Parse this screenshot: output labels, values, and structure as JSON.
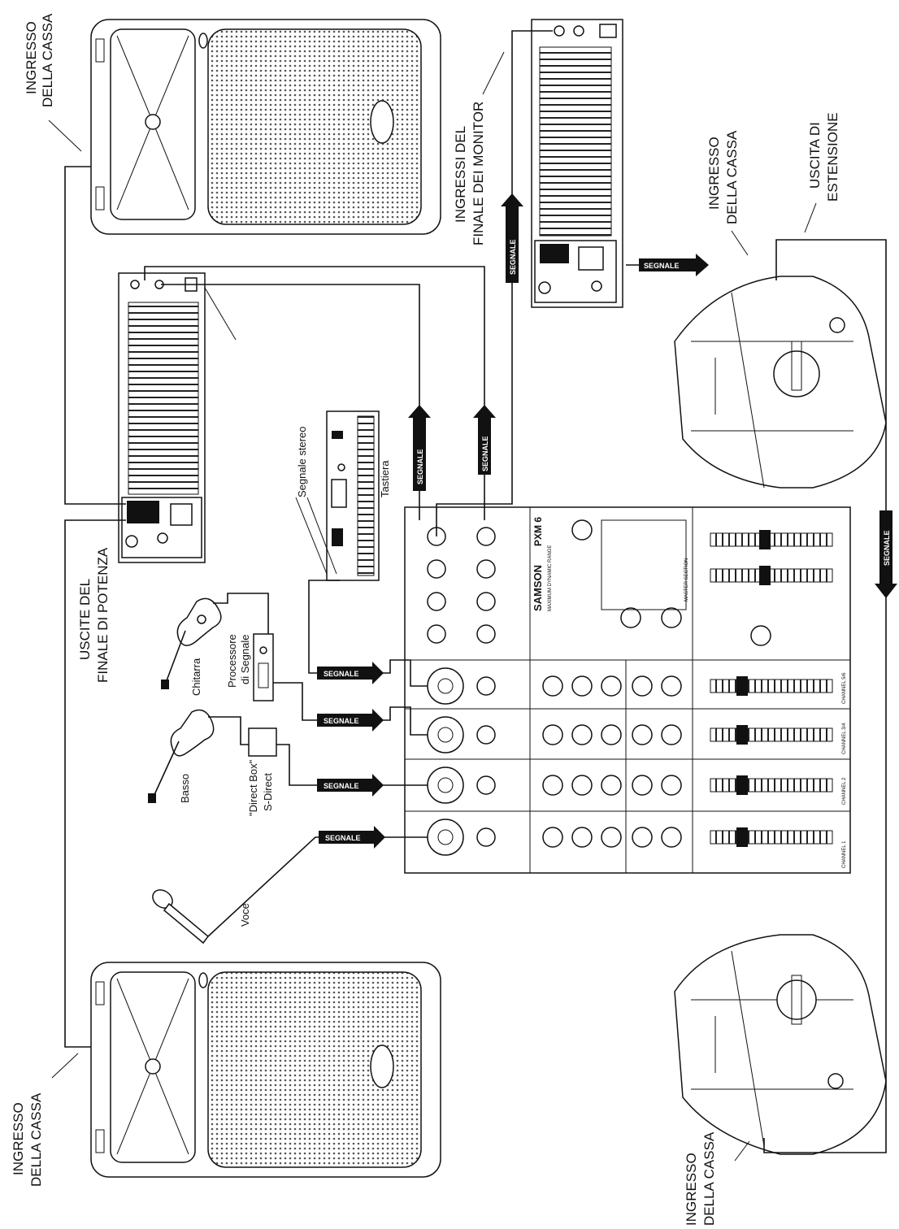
{
  "speakers": {
    "top_main_input": [
      "INGRESSO",
      "DELLA CASSA"
    ],
    "bottom_main_input": [
      "INGRESSO",
      "DELLA CASSA"
    ],
    "monitor_right_input": [
      "INGRESSO",
      "DELLA CASSA"
    ],
    "monitor_right_extension": [
      "USCITA DI",
      "ESTENSIONE"
    ],
    "monitor_bottom_input": [
      "INGRESSO",
      "DELLA CASSA"
    ]
  },
  "amplifiers": {
    "main_outputs": [
      "USCITE DEL",
      "FINALE DI POTENZA"
    ],
    "monitor_inputs": [
      "INGRESSI DEL",
      "FINALE DEI MONITOR"
    ]
  },
  "sources": {
    "keyboard": "Tastiera",
    "keyboard_signal": "Segnale stereo",
    "guitar": "Chitarra",
    "processor": [
      "Processore",
      "di Segnale"
    ],
    "bass": "Basso",
    "direct_box": [
      "\"Direct Box\"",
      "S-Direct"
    ],
    "voice": "Voce"
  },
  "signal_label": "SEGNALE",
  "mixer": {
    "brand": "SAMSON",
    "model": "PXM 6",
    "subtitle": "MAXIMUM DYNAMIC RANGE",
    "master_section": "MASTER SECTION",
    "channels": [
      "CHANNEL 1",
      "CHANNEL 2",
      "CHANNEL 3/4",
      "CHANNEL 5/6"
    ]
  }
}
